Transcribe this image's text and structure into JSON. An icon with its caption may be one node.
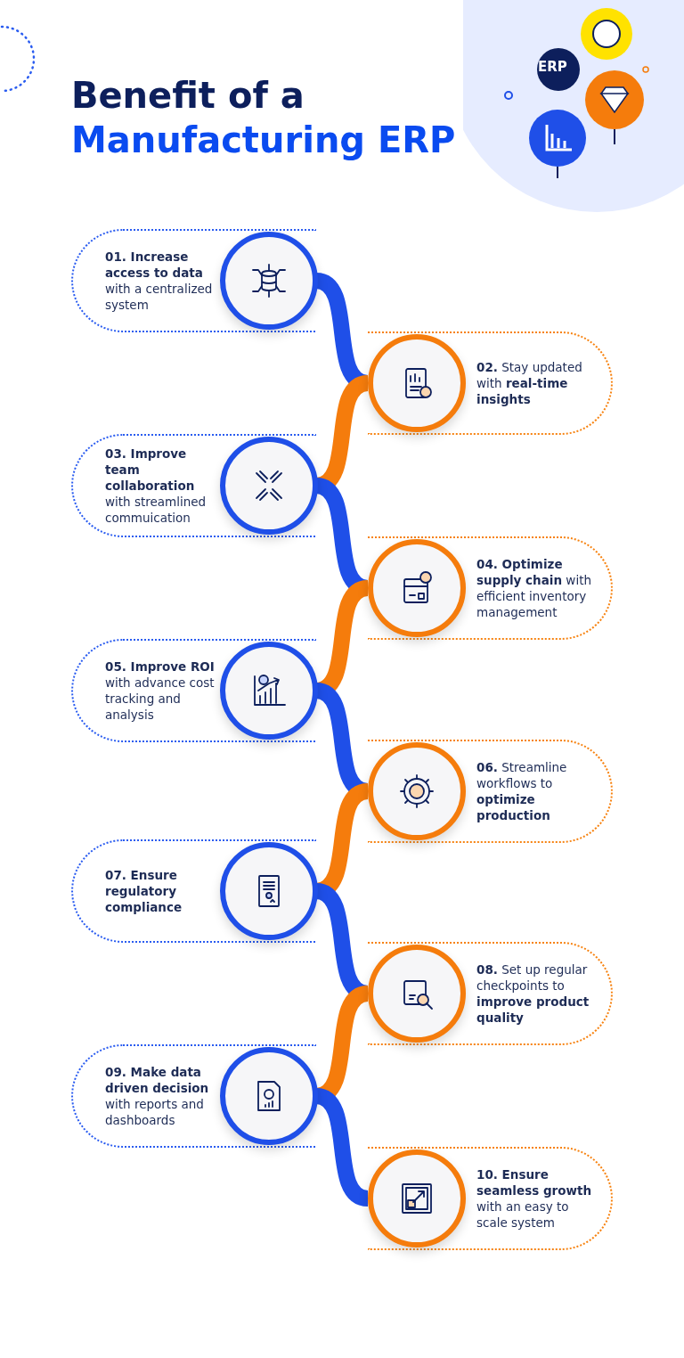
{
  "diagram": {
    "title": "Benefit of a Manufacturing ERP",
    "nodes": [
      {
        "text": [
          "**01. Increase access to data** with a centralized system"
        ]
      },
      {
        "text": [
          "**02.** Stay updated with **real-time insights**"
        ]
      },
      {
        "text": [
          "**03. Improve team collaboration** with streamlined commuication"
        ]
      },
      {
        "text": [
          "**04. Optimize supply chain** with efficient inventory management"
        ]
      },
      {
        "text": [
          "**05. Improve ROI** with advance cost tracking and analysis"
        ]
      },
      {
        "text": [
          "**06.** Streamline workflows to **optimize production**"
        ]
      },
      {
        "text": [
          "**07. Ensure regulatory compliance**"
        ]
      },
      {
        "text": [
          "**08.** Set up regular checkpoints to **improve product quality**"
        ]
      },
      {
        "text": [
          "**09. Make data driven decision** with reports and dashboards"
        ]
      },
      {
        "text": [
          "**10. Ensure seamless growth** with an easy to scale system"
        ]
      }
    ],
    "edges": [
      {
        "from": 0,
        "to": 1,
        "arrow": "none"
      },
      {
        "from": 1,
        "to": 2,
        "arrow": "none",
        "color": "#f57c0c"
      },
      {
        "from": 2,
        "to": 3,
        "arrow": "none"
      },
      {
        "from": 3,
        "to": 4,
        "arrow": "none",
        "color": "#f57c0c"
      },
      {
        "from": 4,
        "to": 5,
        "arrow": "none"
      },
      {
        "from": 5,
        "to": 6,
        "arrow": "none",
        "color": "#f57c0c"
      },
      {
        "from": 6,
        "to": 7,
        "arrow": "none"
      },
      {
        "from": 7,
        "to": 8,
        "arrow": "none",
        "color": "#f57c0c"
      },
      {
        "from": 8,
        "to": 9,
        "arrow": "none"
      }
    ],
    "labels": [
      "ERP"
    ]
  }
}
